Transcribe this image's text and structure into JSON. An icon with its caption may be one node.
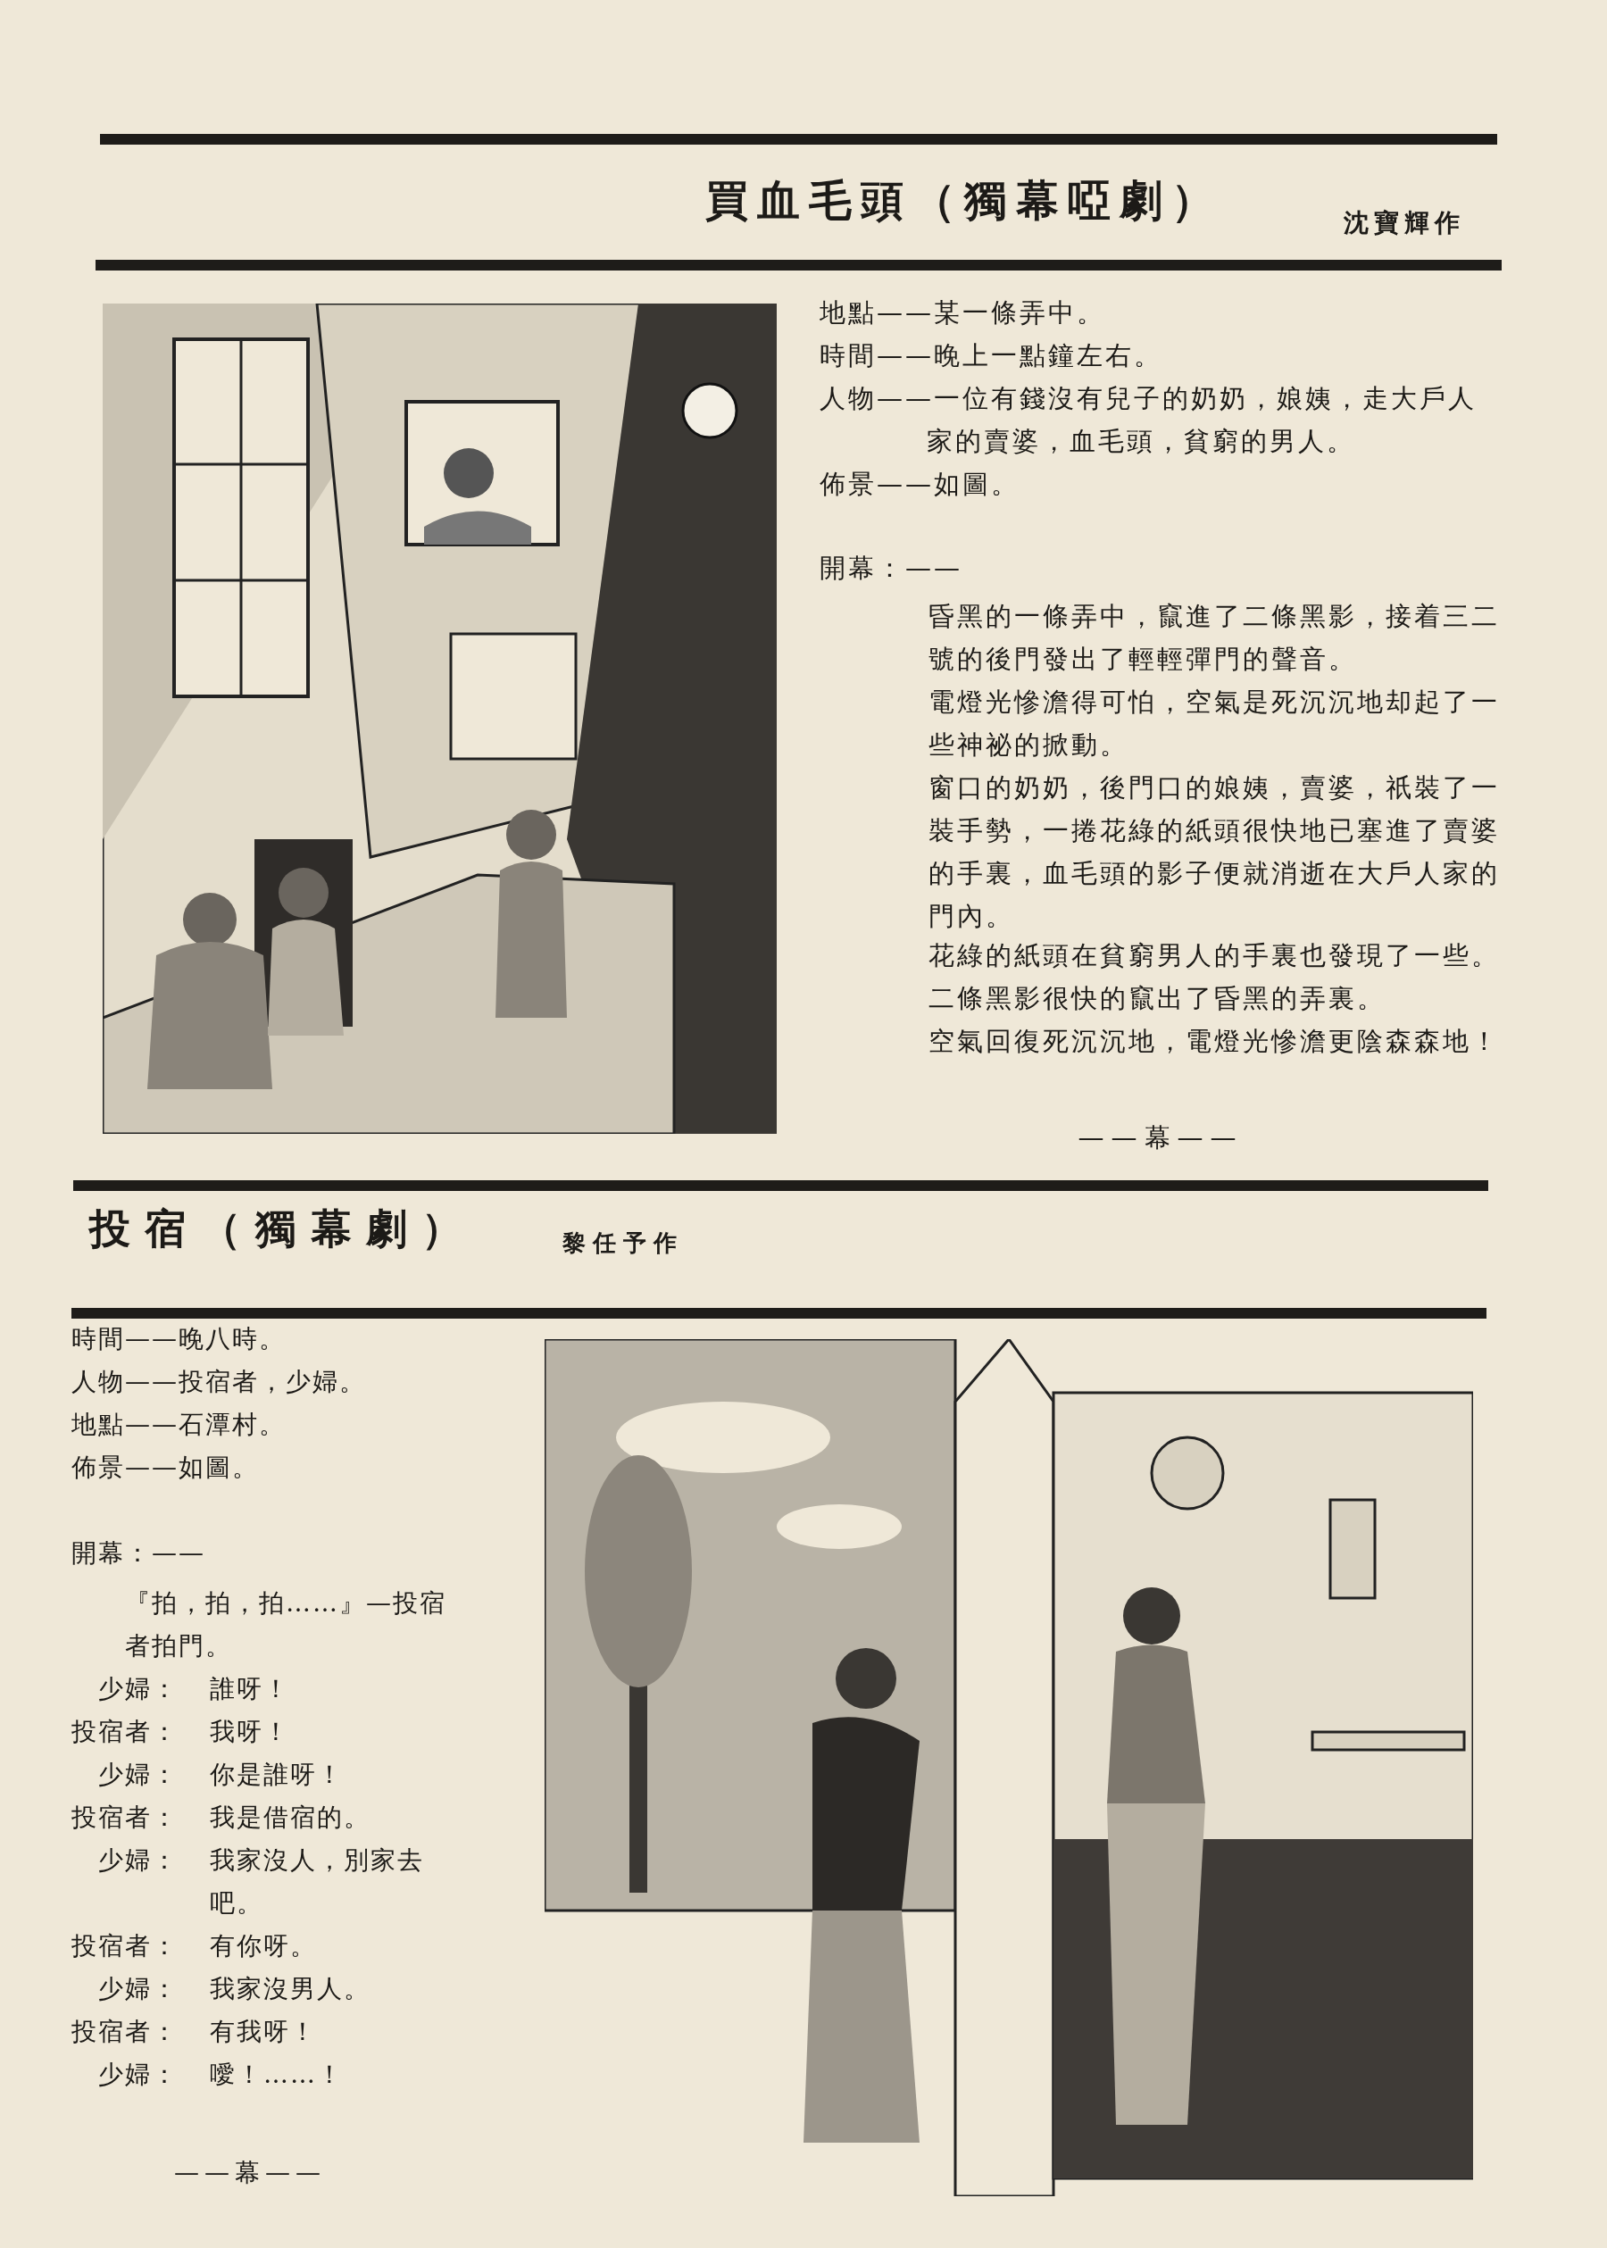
{
  "diagram": {
    "labels": [
      "買血毛頭（獨幕啞劇）",
      "沈寶輝作",
      "地點——某一條弄中。",
      "時間——晚上一點鐘左右。",
      "人物——一位有錢沒有兒子的奶奶，娘姨，走大戶人家的賣婆，血毛頭，貧窮的男人。",
      "佈景——如圖。",
      "開幕：——",
      "昏黑的一條弄中，竄進了二條黑影，接着三二號的後門發出了輕輕彈門的聲音。",
      "電燈光慘澹得可怕，空氣是死沉沉地却起了一些神祕的掀動。",
      "窗口的奶奶，後門口的娘姨，賣婆，祇裝了一裝手勢，一捲花綠的紙頭很快地已塞進了賣婆的手裏，血毛頭的影子便就消逝在大戶人家的門內。",
      "花綠的紙頭在貧窮男人的手裏也發現了一些。",
      "二條黑影很快的竄出了昏黑的弄裏。",
      "空氣回復死沉沉地，電燈光慘澹更陰森森地！",
      "——幕——",
      "投宿（獨幕劇）",
      "黎任予作",
      "時間——晚八時。",
      "人物——投宿者，少婦。",
      "地點——石潭村。",
      "佈景——如圖。",
      "開幕：——",
      "『拍，拍，拍……』—投宿者拍門。",
      "少婦：",
      "誰呀！",
      "投宿者：",
      "我呀！",
      "少婦：",
      "你是誰呀！",
      "投宿者：",
      "我是借宿的。",
      "少婦：",
      "我家沒人，別家去吧。",
      "投宿者：",
      "有你呀。",
      "少婦：",
      "我家沒男人。",
      "投宿者：",
      "有我呀！",
      "少婦：",
      "噯！……！",
      "——幕——"
    ]
  }
}
